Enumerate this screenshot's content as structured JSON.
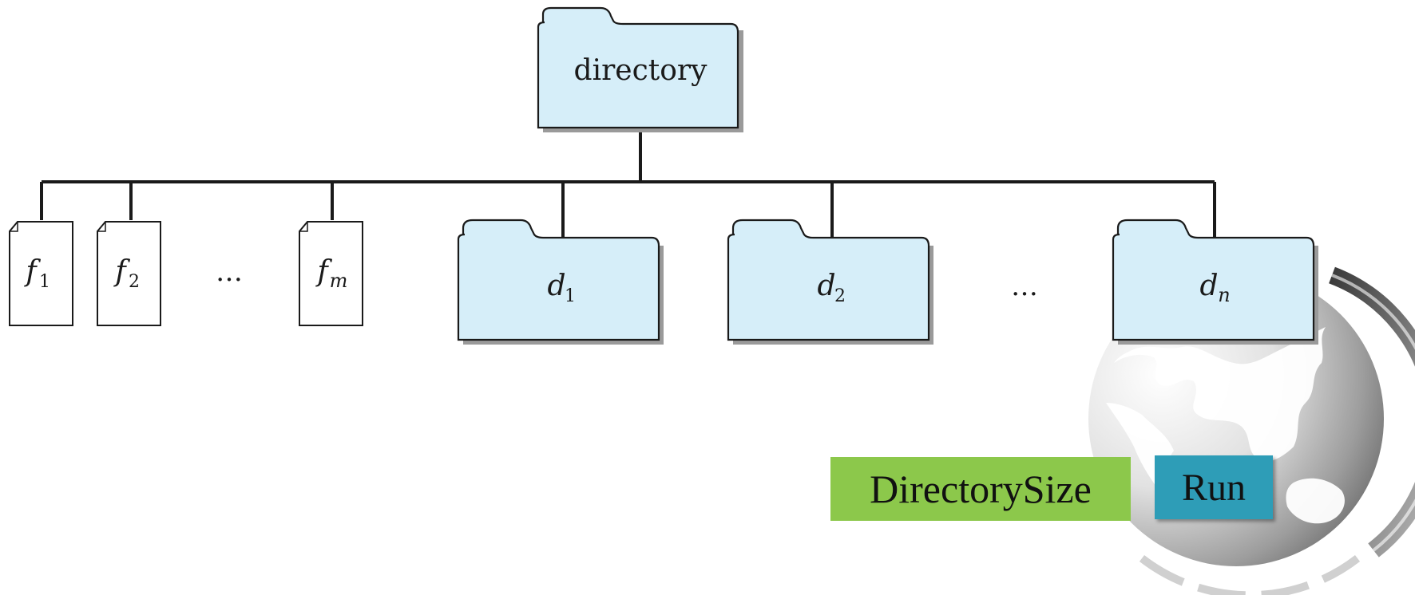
{
  "diagram": {
    "root_label": "directory",
    "files": [
      {
        "name": "f",
        "sub": "1"
      },
      {
        "name": "f",
        "sub": "2"
      },
      {
        "name": "f",
        "sub": "m"
      }
    ],
    "file_ellipsis": "…",
    "dirs": [
      {
        "name": "d",
        "sub": "1"
      },
      {
        "name": "d",
        "sub": "2"
      },
      {
        "name": "d",
        "sub": "n"
      }
    ],
    "dir_ellipsis": "…"
  },
  "buttons": {
    "size_label": "DirectorySize",
    "run_label": "Run",
    "size_color": "#8cc84b",
    "run_color": "#2e9db7"
  },
  "colors": {
    "folder_fill": "#d6eef9"
  }
}
